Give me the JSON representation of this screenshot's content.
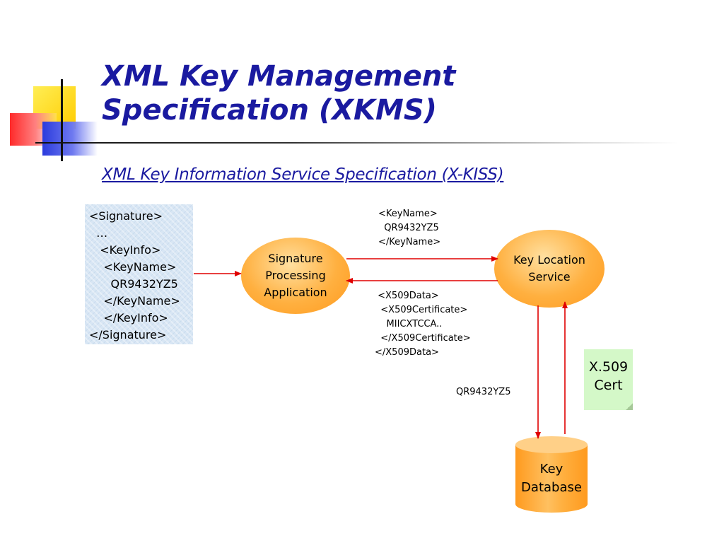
{
  "slide": {
    "title_line1": "XML Key Management",
    "title_line2": "Specification (XKMS)",
    "subtitle": "XML Key Information Service Specification (X-KISS)"
  },
  "signature_box": {
    "lines": [
      "<Signature>",
      "  …",
      "   <KeyInfo>",
      "    <KeyName>",
      "      QR9432YZ5",
      "    </KeyName>",
      "    </KeyInfo>",
      "</Signature>"
    ]
  },
  "nodes": {
    "signature_processing": [
      "Signature",
      "Processing",
      "Application"
    ],
    "key_location": [
      "Key Location",
      "Service"
    ],
    "key_database": [
      "Key",
      "Database"
    ],
    "cert_note": [
      "X.509",
      "Cert"
    ]
  },
  "labels": {
    "request": [
      "<KeyName>",
      "  QR9432YZ5",
      "</KeyName>"
    ],
    "response": [
      " <X509Data>",
      "  <X509Certificate>",
      "    MIICXTCCA..",
      "  </X509Certificate>",
      "</X509Data>"
    ],
    "db_query": "QR9432YZ5"
  },
  "colors": {
    "title": "#1a1aa0",
    "arrow": "#e00000",
    "node_fill": "#ffa030",
    "note_fill": "#d4f8c8"
  }
}
